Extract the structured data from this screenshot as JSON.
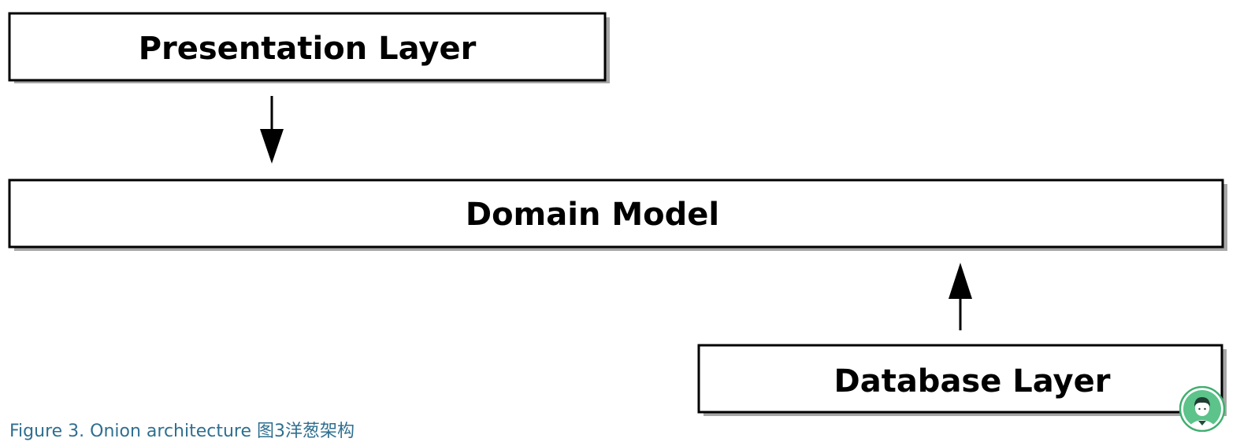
{
  "diagram": {
    "boxes": {
      "presentation": "Presentation Layer",
      "domain": "Domain Model",
      "database": "Database Layer"
    }
  },
  "caption": "Figure 3. Onion architecture 图3洋葱架构",
  "avatar": {
    "icon": "user-avatar-icon"
  },
  "colors": {
    "box_stroke": "#000000",
    "box_shadow": "#9a9a9a",
    "caption": "#2f6f8f",
    "avatar_ring": "#3fae6f",
    "avatar_bg": "#5cc38a"
  }
}
